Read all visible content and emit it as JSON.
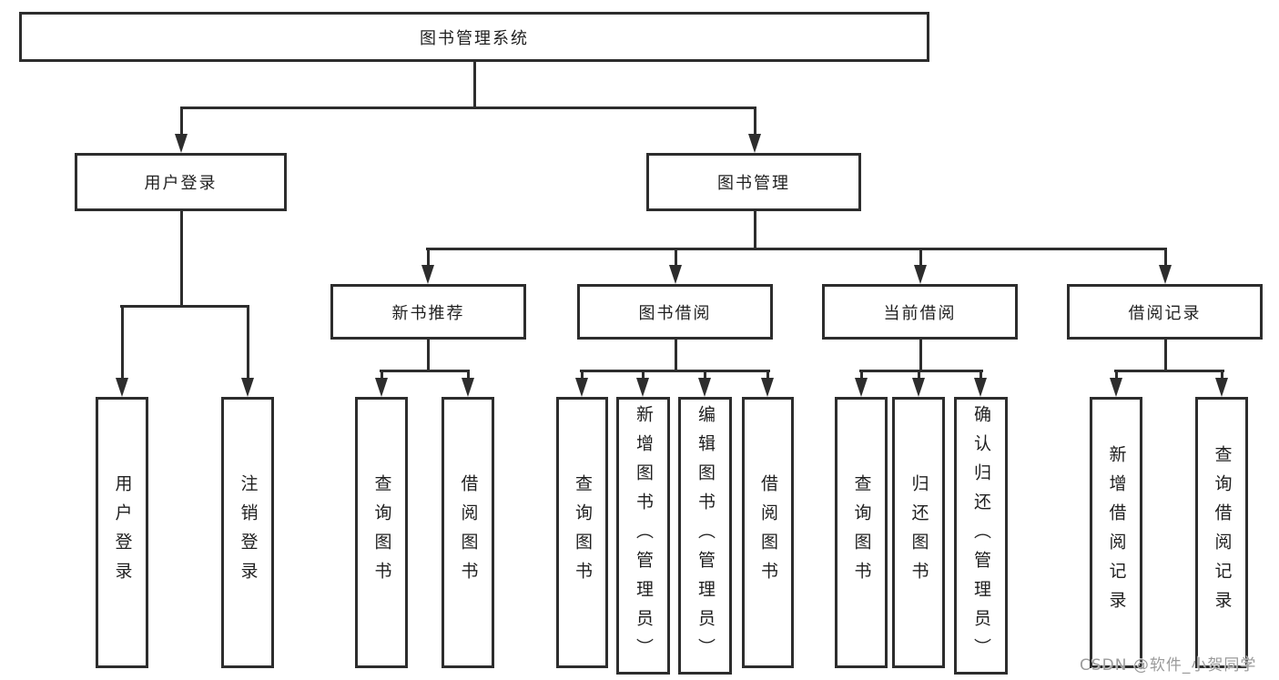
{
  "diagram_title": "图书管理系统",
  "hierarchy": {
    "label": "图书管理系统",
    "children": [
      {
        "label": "用户登录",
        "children": [
          {
            "label": "用户登录"
          },
          {
            "label": "注销登录"
          }
        ]
      },
      {
        "label": "图书管理",
        "children": [
          {
            "label": "新书推荐",
            "children": [
              {
                "label": "查询图书"
              },
              {
                "label": "借阅图书"
              }
            ]
          },
          {
            "label": "图书借阅",
            "children": [
              {
                "label": "查询图书"
              },
              {
                "label": "新增图书（管理员）"
              },
              {
                "label": "编辑图书（管理员）"
              },
              {
                "label": "借阅图书"
              }
            ]
          },
          {
            "label": "当前借阅",
            "children": [
              {
                "label": "查询图书"
              },
              {
                "label": "归还图书"
              },
              {
                "label": "确认归还（管理员）"
              }
            ]
          },
          {
            "label": "借阅记录",
            "children": [
              {
                "label": "新增借阅记录"
              },
              {
                "label": "查询借阅记录"
              }
            ]
          }
        ]
      }
    ]
  },
  "watermark": {
    "text": "CSDN @软件_小贺同学"
  },
  "colors": {
    "line": "#2d2d2d",
    "text": "#1f1f1f",
    "background": "#ffffff",
    "watermark": "#9b9b9b"
  }
}
